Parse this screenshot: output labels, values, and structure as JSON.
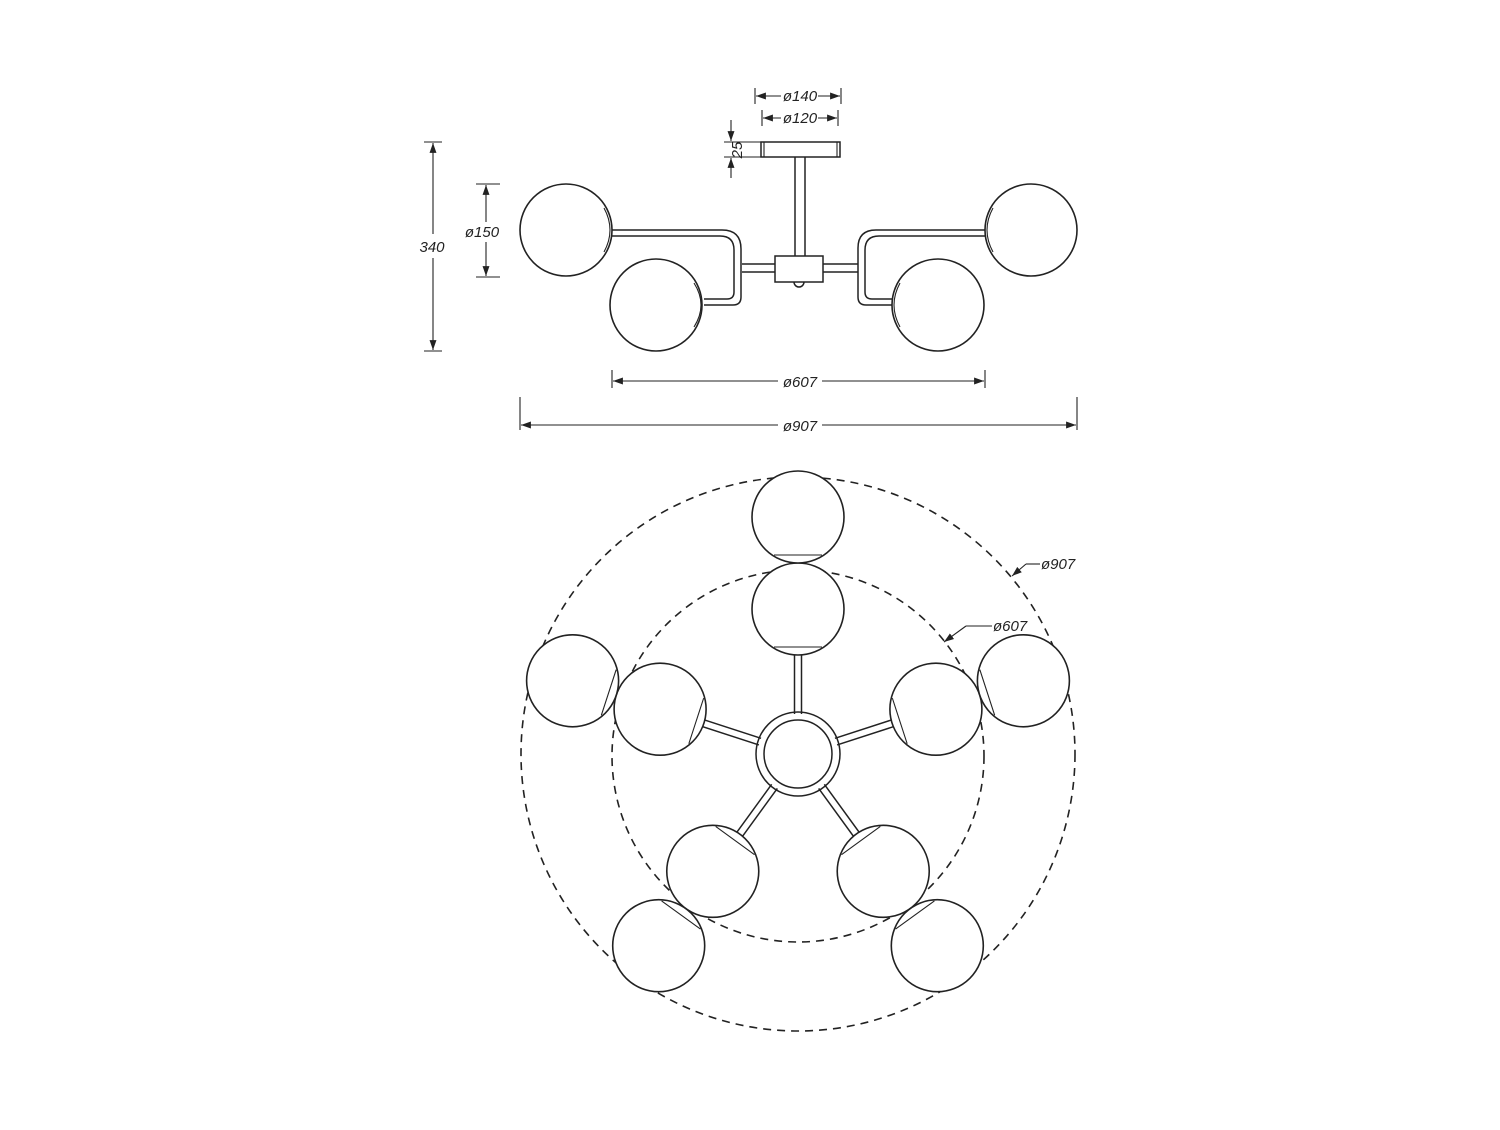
{
  "dimensions": {
    "canopy_outer": "ø140",
    "canopy_inner": "ø120",
    "canopy_height": "25",
    "total_height": "340",
    "globe_diameter": "ø150",
    "inner_span": "ø607",
    "outer_span": "ø907"
  },
  "top_view": {
    "outer_circle_label": "ø907",
    "inner_circle_label": "ø607"
  },
  "colors": {
    "line": "#222222",
    "background": "#ffffff"
  }
}
